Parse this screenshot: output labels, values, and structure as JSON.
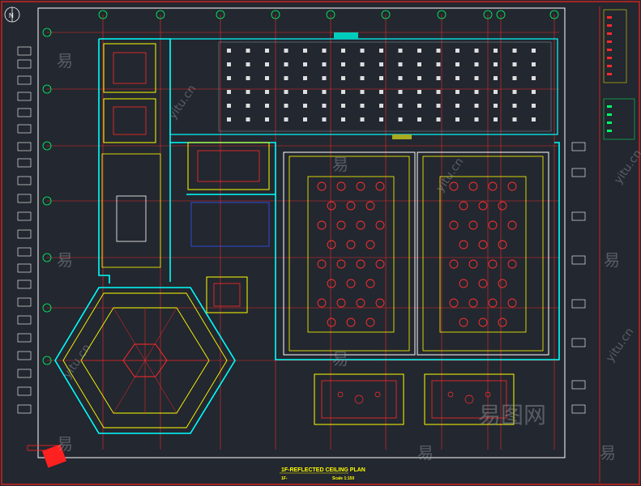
{
  "title_block": {
    "plan_title": "1F-REFLECTED CEILING PLAN",
    "plan_subtitle": "1F-",
    "scale": "Scale 1:150"
  },
  "watermarks": {
    "glyph": "易",
    "site_text": "yitu.cn",
    "brand_text": "易图网"
  },
  "north_arrow": {
    "label": "N"
  },
  "colors": {
    "background": "#23272f",
    "frame": "#ffffff",
    "grid_lines": "#ff0000",
    "walls": "#00ffff",
    "ceiling": "#ffff00",
    "partitions": "#3355ff",
    "fixtures": "#ff3030",
    "accent": "#ff00ff"
  }
}
